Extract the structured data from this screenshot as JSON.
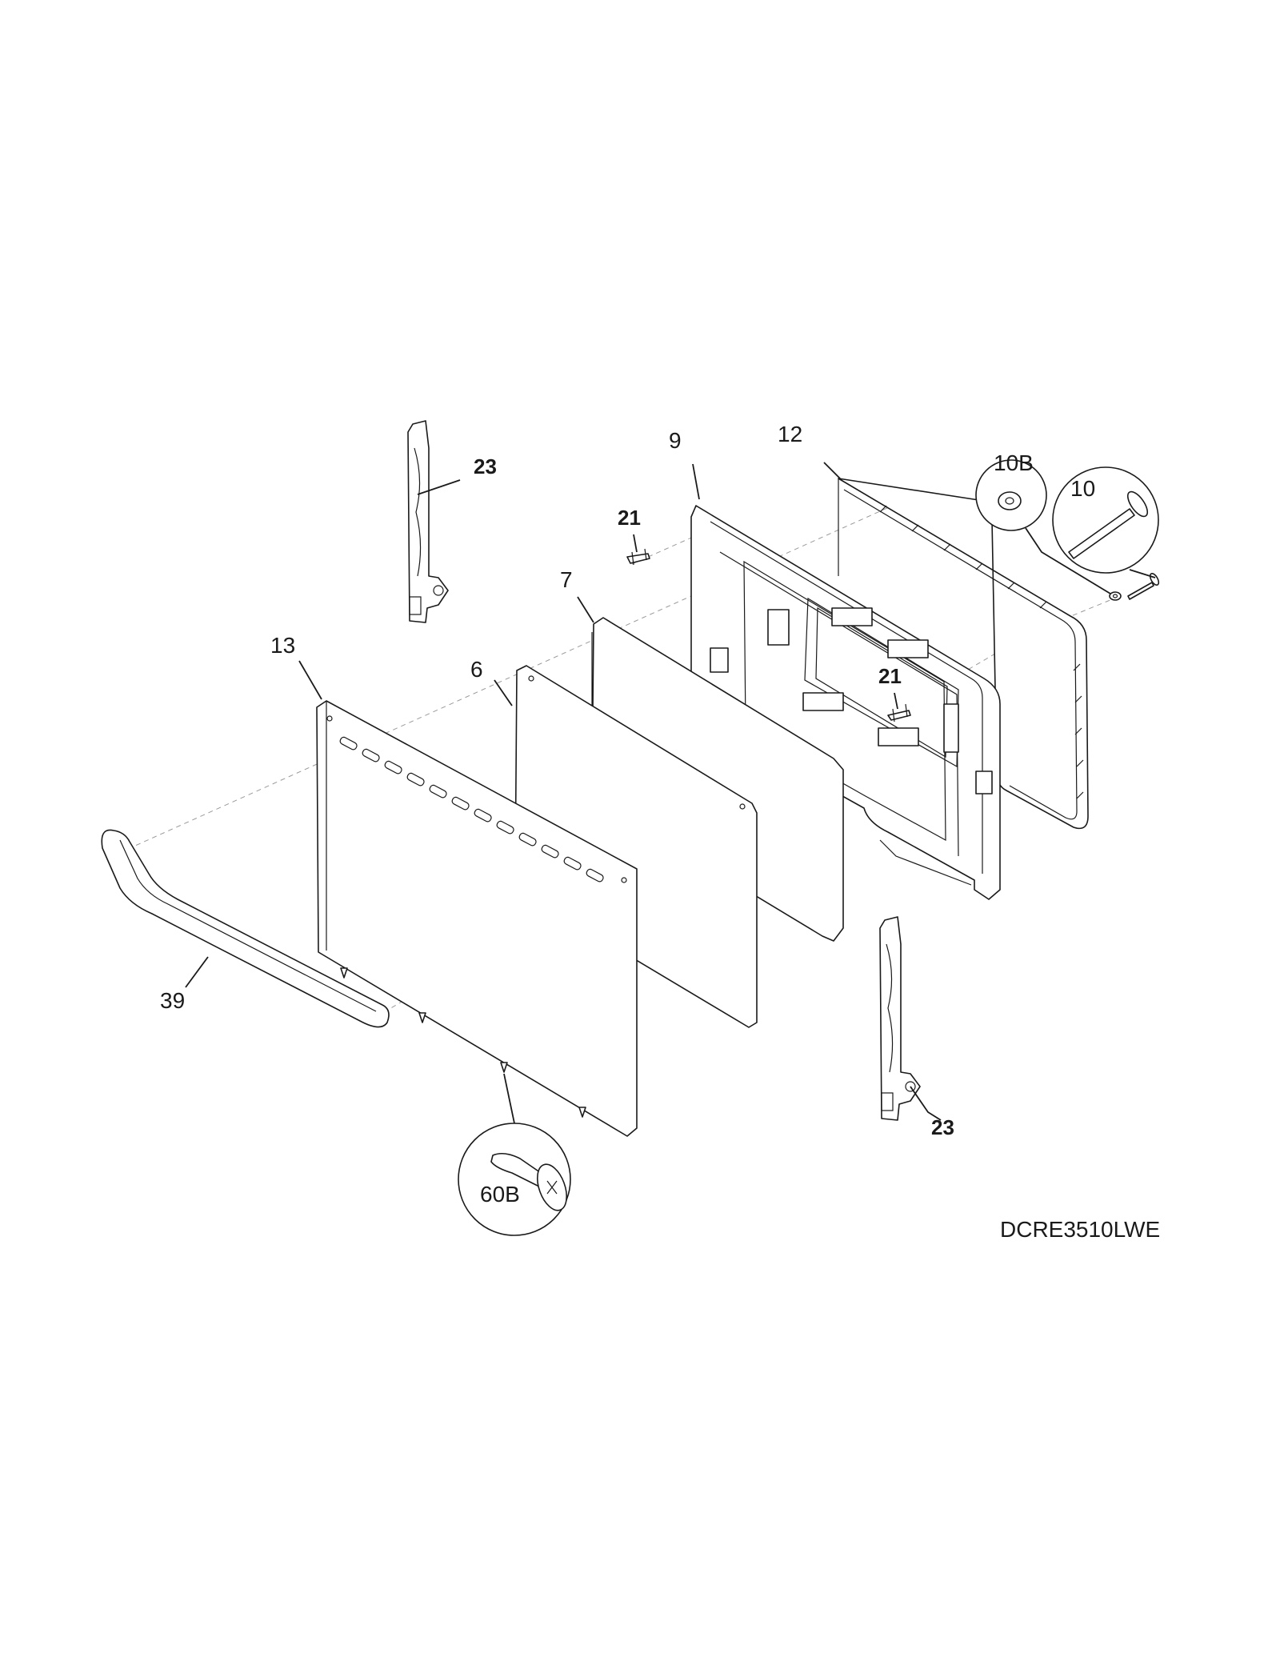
{
  "labels": {
    "hinge_top": "23",
    "hinge_bottom": "23",
    "liner": "9",
    "gasket": "12",
    "washer": "10B",
    "screw_long": "10",
    "clip_top": "21",
    "clip_mid": "21",
    "insulation": "7",
    "glass": "6",
    "outer_panel": "13",
    "handle": "39",
    "screw_short": "60B"
  },
  "model_number": "DCRE3510LWE"
}
